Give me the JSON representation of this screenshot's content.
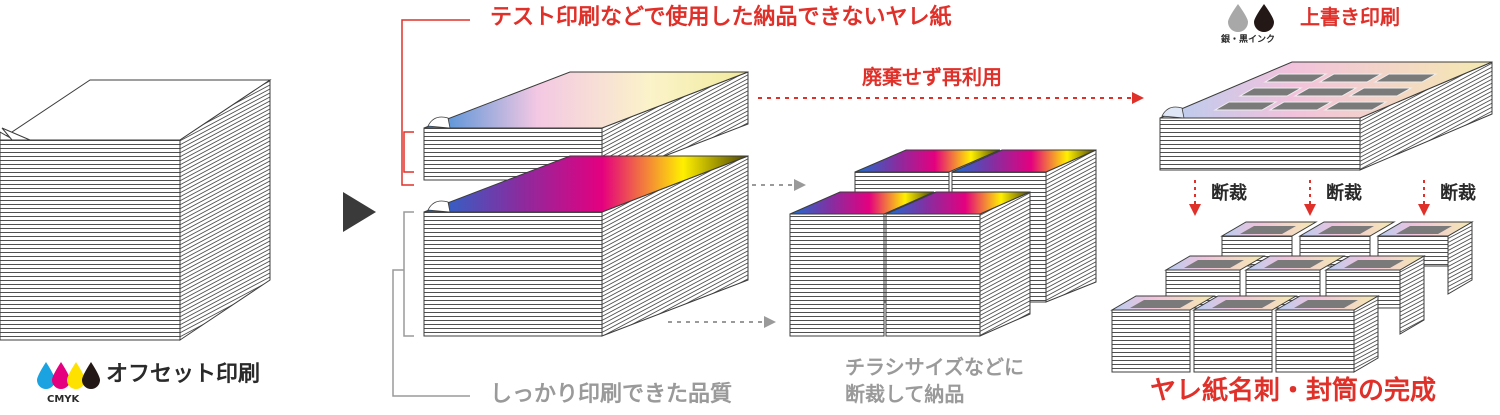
{
  "labels": {
    "offset_print": "オフセット印刷",
    "cmyk": "CMYK",
    "waste_paper": "テスト印刷などで使用した納品できないヤレ紙",
    "quality": "しっかり印刷できた品質",
    "reuse": "廃棄せず再利用",
    "flyer_line1": "チラシサイズなどに",
    "flyer_line2": "断裁して納品",
    "silver_black_ink": "銀・黒インク",
    "overprint": "上書き印刷",
    "cut": "断裁",
    "complete": "ヤレ紙名刺・封筒の完成"
  },
  "ink_drops": {
    "cmyk": [
      "#1aa3e0",
      "#e4007f",
      "#ffe100",
      "#231815"
    ],
    "silver_black": [
      "#a8a8a8",
      "#231815"
    ]
  },
  "colors": {
    "accent_red": "#e0302a",
    "connector_gray": "#9a9a9a",
    "arrow_dark": "#3a3a3a"
  }
}
